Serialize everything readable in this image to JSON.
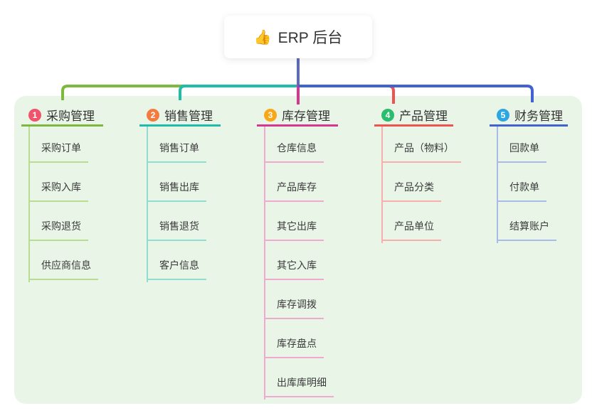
{
  "page": {
    "background": "#ffffff",
    "panel_background": "#e9f6e7"
  },
  "root": {
    "icon": "thumbs-up-icon",
    "icon_char": "👍",
    "title": "ERP 后台"
  },
  "connectors": {
    "stem_color": "#5b6bc0"
  },
  "branches": [
    {
      "badge": "1",
      "badge_color": "#f0536b",
      "title": "采购管理",
      "line_color": "#7cb93e",
      "child_line_color": "#b7dc92",
      "children": [
        "采购订单",
        "采购入库",
        "采购退货",
        "供应商信息"
      ]
    },
    {
      "badge": "2",
      "badge_color": "#f27c40",
      "title": "销售管理",
      "line_color": "#1fbcab",
      "child_line_color": "#92dcd3",
      "children": [
        "销售订单",
        "销售出库",
        "销售退货",
        "客户信息"
      ]
    },
    {
      "badge": "3",
      "badge_color": "#f7a717",
      "title": "库存管理",
      "line_color": "#d8378f",
      "child_line_color": "#f2a9d0",
      "children": [
        "仓库信息",
        "产品库存",
        "其它出库",
        "其它入库",
        "库存调拨",
        "库存盘点",
        "出库库明细"
      ]
    },
    {
      "badge": "4",
      "badge_color": "#2abd6e",
      "title": "产品管理",
      "line_color": "#ef5350",
      "child_line_color": "#f8aeab",
      "children": [
        "产品（物料）",
        "产品分类",
        "产品单位"
      ]
    },
    {
      "badge": "5",
      "badge_color": "#2ea6e0",
      "title": "财务管理",
      "line_color": "#4263cf",
      "child_line_color": "#a9bbe8",
      "children": [
        "回款单",
        "付款单",
        "结算账户"
      ]
    }
  ]
}
